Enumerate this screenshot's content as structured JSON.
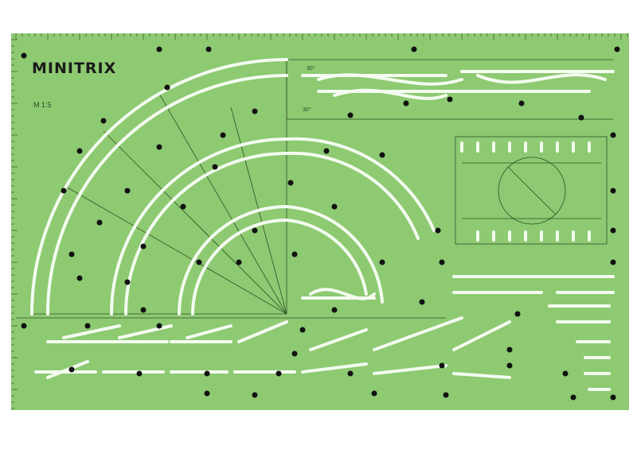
{
  "brand": "MINITRIX",
  "scale_label": "M 1:5",
  "angle_labels": [
    "30°",
    "30°"
  ],
  "colors": {
    "board": "#8dca72",
    "slot": "#f4fbf0",
    "hole": "#111111",
    "line": "#2f4f26"
  }
}
